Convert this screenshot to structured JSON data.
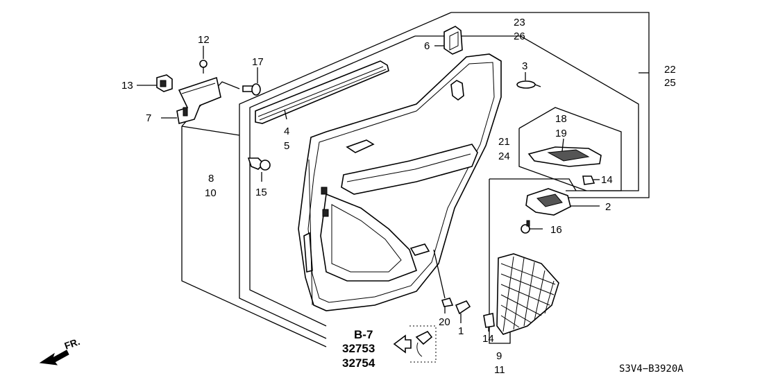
{
  "callouts": {
    "c1": "1",
    "c2": "2",
    "c3": "3",
    "c4": "4",
    "c5": "5",
    "c6": "6",
    "c7": "7",
    "c8": "8",
    "c9": "9",
    "c10": "10",
    "c11": "11",
    "c12": "12",
    "c13": "13",
    "c14a": "14",
    "c14b": "14",
    "c15": "15",
    "c16": "16",
    "c17": "17",
    "c18": "18",
    "c19": "19",
    "c20": "20",
    "c21": "21",
    "c22": "22",
    "c23": "23",
    "c24": "24",
    "c25": "25",
    "c26": "26"
  },
  "reference": {
    "section": "B-7",
    "part_a": "32753",
    "part_b": "32754"
  },
  "direction_label": "FR.",
  "diagram_code": "S3V4−B3920A"
}
